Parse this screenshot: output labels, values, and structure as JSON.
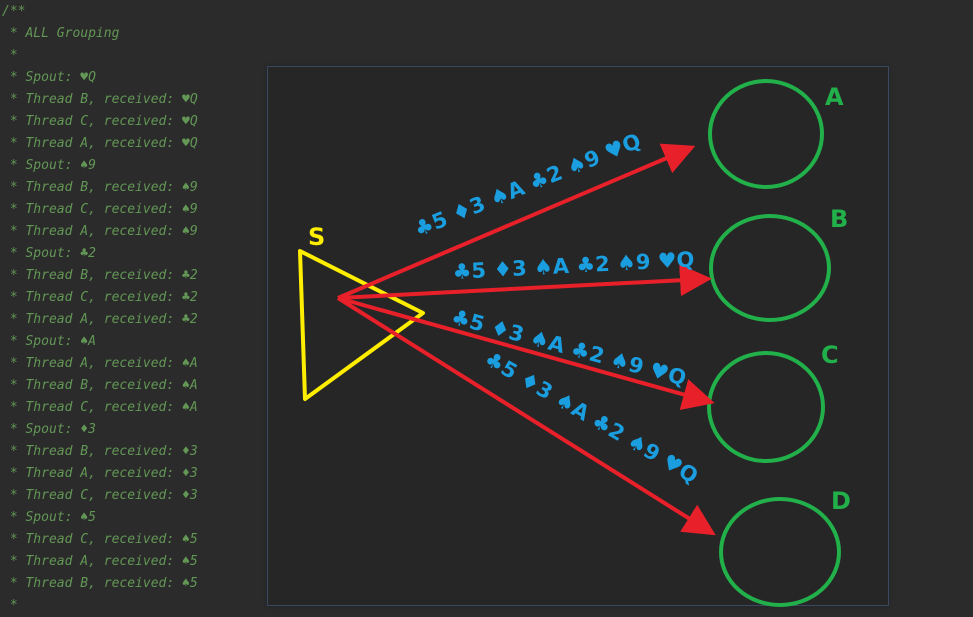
{
  "code_comment": {
    "lines": [
      "/**",
      " * ALL Grouping",
      " *",
      " * Spout: ♥Q",
      " * Thread B, received: ♥Q",
      " * Thread C, received: ♥Q",
      " * Thread A, received: ♥Q",
      " * Spout: ♠9",
      " * Thread B, received: ♠9",
      " * Thread C, received: ♠9",
      " * Thread A, received: ♠9",
      " * Spout: ♣2",
      " * Thread B, received: ♣2",
      " * Thread C, received: ♣2",
      " * Thread A, received: ♣2",
      " * Spout: ♠A",
      " * Thread A, received: ♠A",
      " * Thread B, received: ♠A",
      " * Thread C, received: ♠A",
      " * Spout: ♦3",
      " * Thread B, received: ♦3",
      " * Thread A, received: ♦3",
      " * Thread C, received: ♦3",
      " * Spout: ♠5",
      " * Thread C, received: ♠5",
      " * Thread A, received: ♠5",
      " * Thread B, received: ♠5",
      " *"
    ]
  },
  "diagram": {
    "spout_label": "S",
    "stream_cards": [
      "♣5",
      "♦3",
      "♠A",
      "♣2",
      "♠9",
      "♥Q"
    ],
    "targets": [
      {
        "label": "A"
      },
      {
        "label": "B"
      },
      {
        "label": "C"
      },
      {
        "label": "D"
      }
    ],
    "colors": {
      "spout": "#ffee00",
      "arrow": "#e8202a",
      "cards": "#1a9ee0",
      "target": "#22b04a"
    }
  }
}
